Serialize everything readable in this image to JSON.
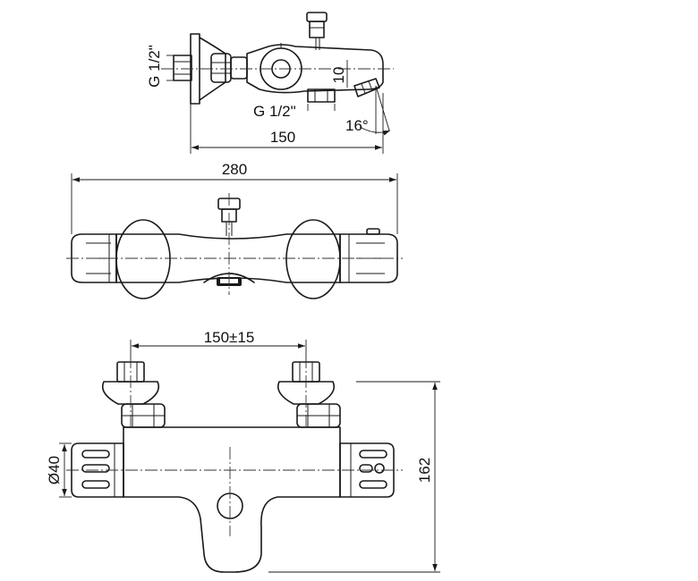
{
  "side_view": {
    "inlet_thread_left": "G 1/2\"",
    "outlet_thread_bottom": "G 1/2\"",
    "spout_offset": "10",
    "spout_angle": "16°",
    "projection": "150"
  },
  "top_view": {
    "overall_width": "280"
  },
  "front_view": {
    "inlet_centers": "150±15",
    "body_diameter": "Ø40",
    "overall_height": "162"
  }
}
